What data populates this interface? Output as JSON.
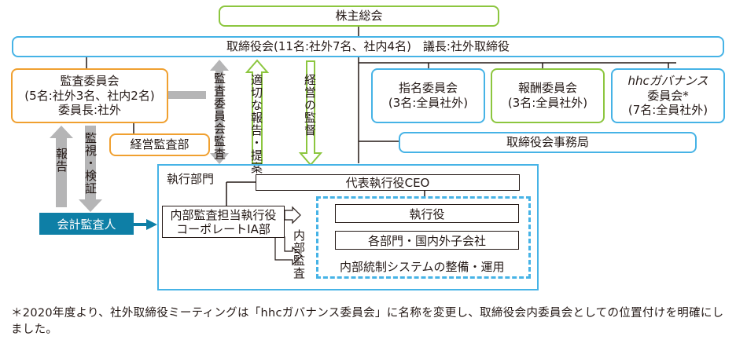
{
  "nodes": {
    "shareholders": "株主総会",
    "board": "取締役会(11名:社外7名、社内4名)　議長:社外取締役",
    "audit_committee": [
      "監査委員会",
      "(5名:社外3名、社内2名)",
      "委員長:社外"
    ],
    "audit_office": "経営監査部",
    "nomination": [
      "指名委員会",
      "(3名:全員社外)"
    ],
    "compensation": [
      "報酬委員会",
      "(3名:全員社外)"
    ],
    "governance": [
      "hhcガバナンス",
      "委員会*",
      "(7名:全員社外)"
    ],
    "board_office": "取締役会事務局",
    "executive_dept": "執行部門",
    "ceo": "代表執行役CEO",
    "internal_audit": [
      "内部監査担当執行役",
      "コーポレートIA部"
    ],
    "executive_officers": "執行役",
    "departments": "各部門・国内外子会社",
    "internal_control": "内部統制システムの整備・運用",
    "accounting_auditor": "会計監査人"
  },
  "arrow_labels": {
    "audit_committee_audit": "監査委員会監査",
    "proper_report": "適切な報告・提案",
    "management_supervision": "経営の監督",
    "report": "報告",
    "monitor_verify": "監視・検証",
    "internal_audit": "内部監査"
  },
  "footnote": "＊2020年度より、社外取締役ミーティングは「hhcガバナンス委員会」に名称を変更し、取締役会内委員会としての位置付けを明確にしました。",
  "colors": {
    "green": "#8cc63f",
    "blue": "#46b3e6",
    "orange": "#f0a030",
    "gray": "#b5b5b6",
    "teal": "#0e7fa6"
  }
}
